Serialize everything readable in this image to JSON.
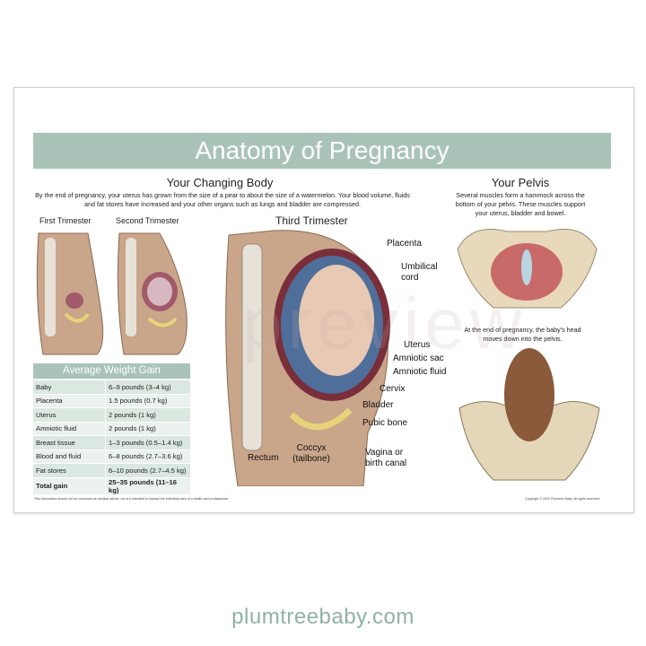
{
  "title": "Anatomy of Pregnancy",
  "changing_body": {
    "heading": "Your Changing Body",
    "text": "By the end of pregnancy, your uterus has grown from the size of a pear to about the size of a watermelon. Your blood volume, fluids and fat stores have increased and your other organs such as lungs and bladder are compressed.",
    "first": "First Trimester",
    "second": "Second Trimester",
    "third": "Third Trimester"
  },
  "labels": {
    "placenta": "Placenta",
    "umbilical": "Umbilical cord",
    "uterus": "Uterus",
    "amniotic_sac": "Amniotic sac",
    "amniotic_fluid": "Amniotic fluid",
    "cervix": "Cervix",
    "bladder": "Bladder",
    "pubic_bone": "Pubic bone",
    "vagina": "Vagina or birth canal",
    "coccyx": "Coccyx (tailbone)",
    "rectum": "Rectum"
  },
  "pelvis": {
    "heading": "Your Pelvis",
    "text": "Several muscles form a hammock across the bottom of your pelvis. These muscles support your uterus, bladder and bowel.",
    "text2": "At the end of pregnancy, the baby's head moves down into the pelvis."
  },
  "weight": {
    "heading": "Average Weight Gain",
    "rows": [
      [
        "Baby",
        "6–9 pounds (3–4 kg)"
      ],
      [
        "Placenta",
        "1.5 pounds (0.7 kg)"
      ],
      [
        "Uterus",
        "2 pounds (1 kg)"
      ],
      [
        "Amniotic fluid",
        "2 pounds (1 kg)"
      ],
      [
        "Breast tissue",
        "1–3 pounds (0.5–1.4 kg)"
      ],
      [
        "Blood and fluid",
        "6–8 pounds (2.7–3.6 kg)"
      ],
      [
        "Fat stores",
        "6–10 pounds (2.7–4.5 kg)"
      ]
    ],
    "total": [
      "Total gain",
      "25–35 pounds (11–16 kg)"
    ]
  },
  "disclaimer": "This information should not be construed as medical advice, nor is it intended to replace the individual care of a health care professional.",
  "copyright": "Copyright © 2022 Plumtree Baby. All rights reserved.",
  "watermark": "preview",
  "site": "plumtreebaby.com",
  "colors": {
    "accent": "#a9c3b8",
    "site": "#8fb3a4"
  }
}
